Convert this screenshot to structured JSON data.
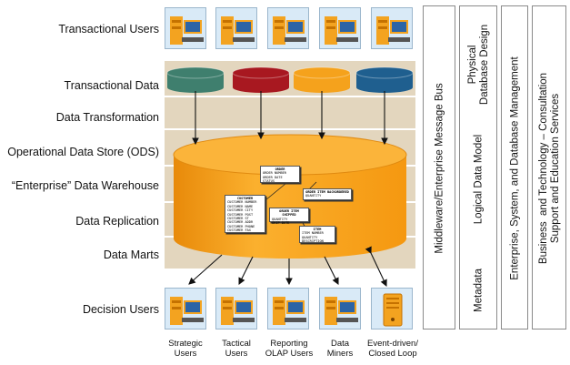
{
  "layers": {
    "transactional_users": "Transactional Users",
    "transactional_data": "Transactional Data",
    "data_transformation": "Data Transformation",
    "ods": "Operational Data Store (ODS)",
    "edw": "“Enterprise” Data Warehouse",
    "data_replication": "Data Replication",
    "data_marts": "Data Marts",
    "decision_users": "Decision Users"
  },
  "transactional_db_colors": [
    "#3f7f6e",
    "#a81820",
    "#f5a21c",
    "#1f5f8f"
  ],
  "warehouse_color": "#f7a21b",
  "decision_users": {
    "strategic": "Strategic\nUsers",
    "tactical": "Tactical\nUsers",
    "reporting": "Reporting\nOLAP Users",
    "miners": "Data\nMiners",
    "event": "Event-driven/\nClosed Loop"
  },
  "cards": {
    "order": {
      "title": "ORDER",
      "lines": [
        "ORDER NUMBER",
        "ORDER DATE",
        "STATUS"
      ]
    },
    "backordered": {
      "title": "ORDER ITEM BACKORDERED",
      "lines": [
        "QUANTITY"
      ]
    },
    "customer": {
      "title": "CUSTOMER",
      "lines": [
        "CUSTOMER NUMBER",
        "CUSTOMER NAME",
        "CUSTOMER CITY",
        "CUSTOMER POST",
        "CUSTOMER ST",
        "CUSTOMER ADDR",
        "CUSTOMER PHONE",
        "CUSTOMER FAX"
      ]
    },
    "shipped": {
      "title": "ORDER ITEM SHIPPED",
      "lines": [
        "QUANTITY",
        "SHIP DATE"
      ]
    },
    "item": {
      "title": "ITEM",
      "lines": [
        "ITEM NUMBER",
        "QUANTITY",
        "DESCRIPTION"
      ]
    }
  },
  "columns": {
    "middleware": "Middleware/Enterprise Message Bus",
    "physical_db_design": "Physical\nDatabase Design",
    "logical_data_model": "Logical Data Model",
    "metadata": "Metadata",
    "enterprise_mgmt": "Enterprise, System, and Database Management",
    "business_tech": "Business  and Technology – Consultation\nSupport and Education Services"
  }
}
